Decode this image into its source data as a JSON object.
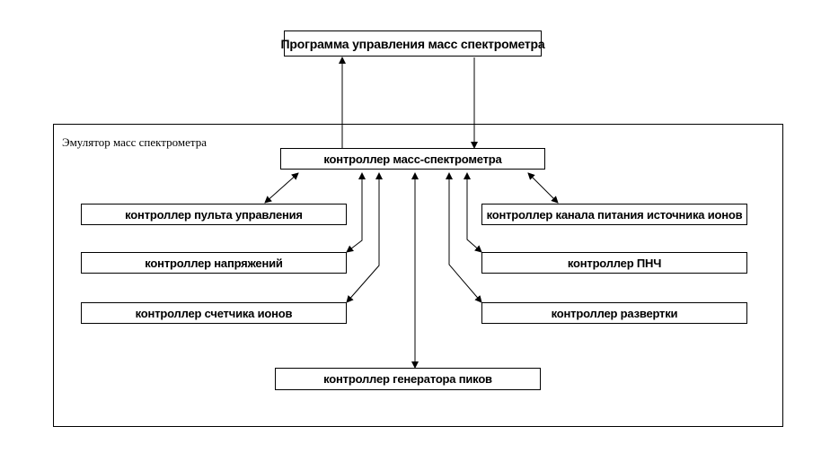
{
  "top_program": "Программа управления масс спектрометра",
  "emulator": {
    "label": "Эмулятор масс спектрометра",
    "main_controller": "контроллер масс-спектрометра",
    "left_controllers": [
      "контроллер пульта управления",
      "контроллер напряжений",
      "контроллер счетчика ионов"
    ],
    "right_controllers": [
      "контроллер канала питания источника ионов",
      "контроллер ПНЧ",
      "контроллер развертки"
    ],
    "bottom_controller": "контроллер генератора пиков"
  }
}
